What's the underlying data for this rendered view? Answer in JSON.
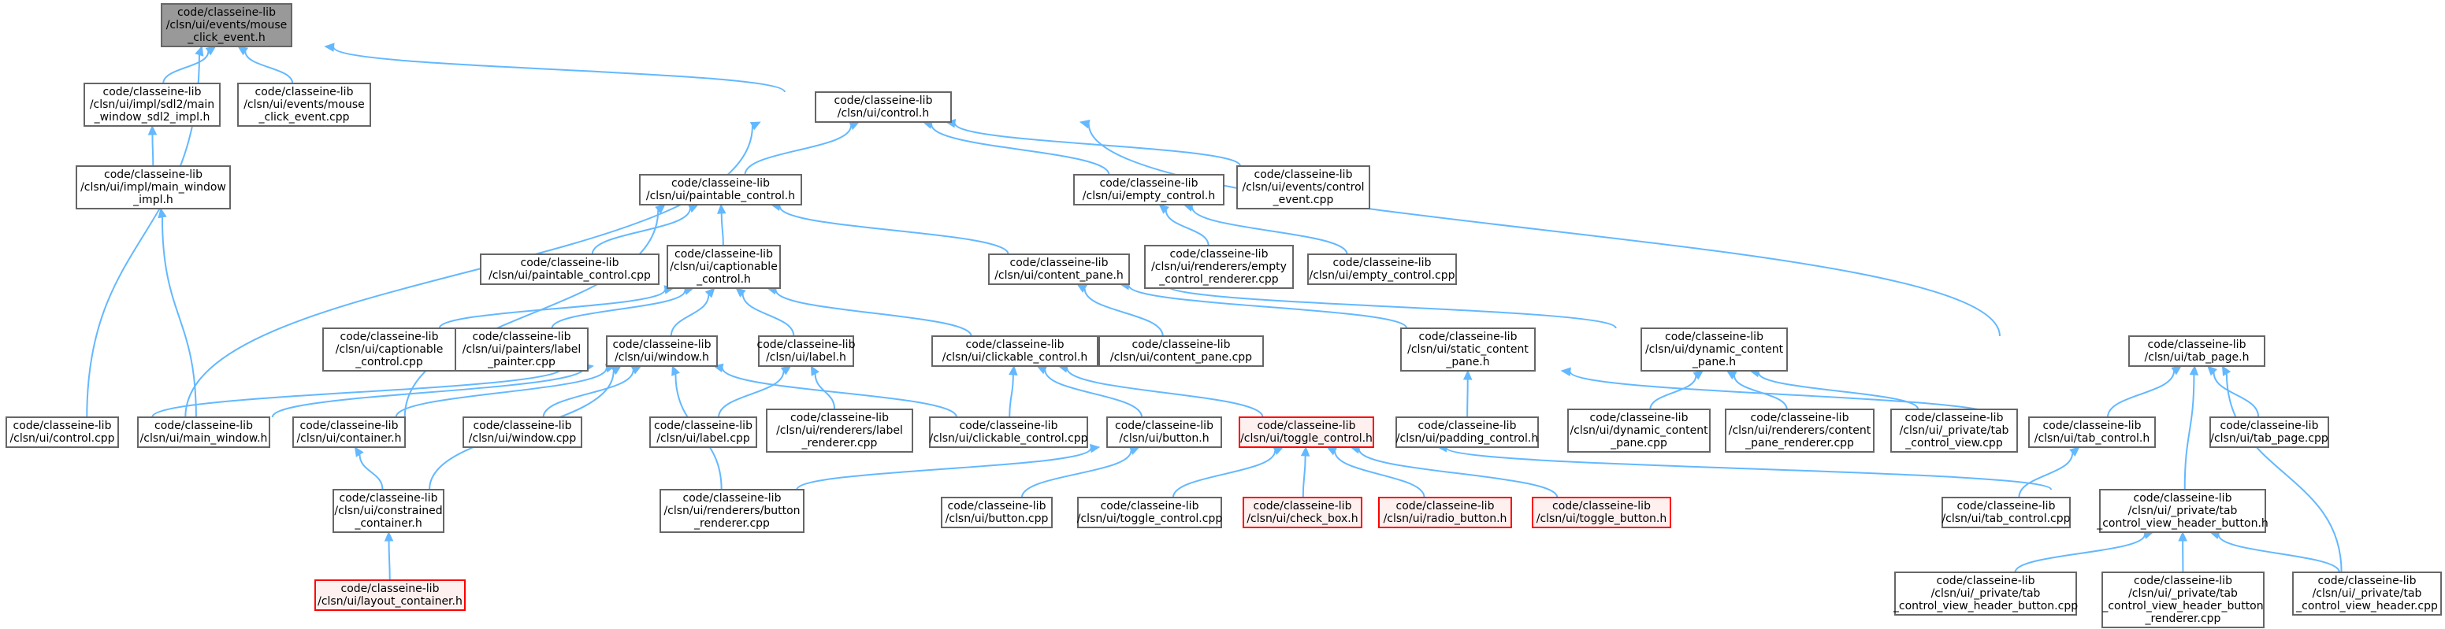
{
  "diagram": {
    "title": "",
    "nodes": [
      {
        "id": "mouse_click_event_h",
        "lines": [
          "code/classeine-lib",
          "/clsn/ui/events/mouse",
          "_click_event.h"
        ],
        "highlight": "root"
      },
      {
        "id": "main_window_sdl2_impl_h",
        "lines": [
          "code/classeine-lib",
          "/clsn/ui/impl/sdl2/main",
          "_window_sdl2_impl.h"
        ],
        "highlight": "none"
      },
      {
        "id": "mouse_click_event_cpp",
        "lines": [
          "code/classeine-lib",
          "/clsn/ui/events/mouse",
          "_click_event.cpp"
        ],
        "highlight": "none"
      },
      {
        "id": "control_h",
        "lines": [
          "code/classeine-lib",
          "/clsn/ui/control.h"
        ],
        "highlight": "none"
      },
      {
        "id": "main_window_impl_h",
        "lines": [
          "code/classeine-lib",
          "/clsn/ui/impl/main_window",
          "_impl.h"
        ],
        "highlight": "none"
      },
      {
        "id": "paintable_control_h",
        "lines": [
          "code/classeine-lib",
          "/clsn/ui/paintable_control.h"
        ],
        "highlight": "none"
      },
      {
        "id": "empty_control_h",
        "lines": [
          "code/classeine-lib",
          "/clsn/ui/empty_control.h"
        ],
        "highlight": "none"
      },
      {
        "id": "control_event_cpp",
        "lines": [
          "code/classeine-lib",
          "/clsn/ui/events/control",
          "_event.cpp"
        ],
        "highlight": "none"
      },
      {
        "id": "paintable_control_cpp",
        "lines": [
          "code/classeine-lib",
          "/clsn/ui/paintable_control.cpp"
        ],
        "highlight": "none"
      },
      {
        "id": "captionable_control_h",
        "lines": [
          "code/classeine-lib",
          "/clsn/ui/captionable",
          "_control.h"
        ],
        "highlight": "none"
      },
      {
        "id": "content_pane_h",
        "lines": [
          "code/classeine-lib",
          "/clsn/ui/content_pane.h"
        ],
        "highlight": "none"
      },
      {
        "id": "empty_control_renderer_cpp",
        "lines": [
          "code/classeine-lib",
          "/clsn/ui/renderers/empty",
          "_control_renderer.cpp"
        ],
        "highlight": "none"
      },
      {
        "id": "empty_control_cpp",
        "lines": [
          "code/classeine-lib",
          "/clsn/ui/empty_control.cpp"
        ],
        "highlight": "none"
      },
      {
        "id": "captionable_control_cpp",
        "lines": [
          "code/classeine-lib",
          "/clsn/ui/captionable",
          "_control.cpp"
        ],
        "highlight": "none"
      },
      {
        "id": "label_painter_cpp",
        "lines": [
          "code/classeine-lib",
          "/clsn/ui/painters/label",
          "_painter.cpp"
        ],
        "highlight": "none"
      },
      {
        "id": "window_h",
        "lines": [
          "code/classeine-lib",
          "/clsn/ui/window.h"
        ],
        "highlight": "none"
      },
      {
        "id": "label_h",
        "lines": [
          "code/classeine-lib",
          "/clsn/ui/label.h"
        ],
        "highlight": "none"
      },
      {
        "id": "clickable_control_h",
        "lines": [
          "code/classeine-lib",
          "/clsn/ui/clickable_control.h"
        ],
        "highlight": "none"
      },
      {
        "id": "content_pane_cpp",
        "lines": [
          "code/classeine-lib",
          "/clsn/ui/content_pane.cpp"
        ],
        "highlight": "none"
      },
      {
        "id": "static_content_pane_h",
        "lines": [
          "code/classeine-lib",
          "/clsn/ui/static_content",
          "_pane.h"
        ],
        "highlight": "none"
      },
      {
        "id": "dynamic_content_pane_h",
        "lines": [
          "code/classeine-lib",
          "/clsn/ui/dynamic_content",
          "_pane.h"
        ],
        "highlight": "none"
      },
      {
        "id": "tab_page_h",
        "lines": [
          "code/classeine-lib",
          "/clsn/ui/tab_page.h"
        ],
        "highlight": "none"
      },
      {
        "id": "control_cpp",
        "lines": [
          "code/classeine-lib",
          "/clsn/ui/control.cpp"
        ],
        "highlight": "none"
      },
      {
        "id": "main_window_h",
        "lines": [
          "code/classeine-lib",
          "/clsn/ui/main_window.h"
        ],
        "highlight": "none"
      },
      {
        "id": "container_h",
        "lines": [
          "code/classeine-lib",
          "/clsn/ui/container.h"
        ],
        "highlight": "none"
      },
      {
        "id": "window_cpp",
        "lines": [
          "code/classeine-lib",
          "/clsn/ui/window.cpp"
        ],
        "highlight": "none"
      },
      {
        "id": "label_cpp",
        "lines": [
          "code/classeine-lib",
          "/clsn/ui/label.cpp"
        ],
        "highlight": "none"
      },
      {
        "id": "label_renderer_cpp",
        "lines": [
          "code/classeine-lib",
          "/clsn/ui/renderers/label",
          "_renderer.cpp"
        ],
        "highlight": "none"
      },
      {
        "id": "clickable_control_cpp",
        "lines": [
          "code/classeine-lib",
          "/clsn/ui/clickable_control.cpp"
        ],
        "highlight": "none"
      },
      {
        "id": "button_h",
        "lines": [
          "code/classeine-lib",
          "/clsn/ui/button.h"
        ],
        "highlight": "none"
      },
      {
        "id": "toggle_control_h",
        "lines": [
          "code/classeine-lib",
          "/clsn/ui/toggle_control.h"
        ],
        "highlight": "red"
      },
      {
        "id": "padding_control_h",
        "lines": [
          "code/classeine-lib",
          "/clsn/ui/padding_control.h"
        ],
        "highlight": "none"
      },
      {
        "id": "dynamic_content_pane_cpp",
        "lines": [
          "code/classeine-lib",
          "/clsn/ui/dynamic_content",
          "_pane.cpp"
        ],
        "highlight": "none"
      },
      {
        "id": "content_pane_renderer_cpp",
        "lines": [
          "code/classeine-lib",
          "/clsn/ui/renderers/content",
          "_pane_renderer.cpp"
        ],
        "highlight": "none"
      },
      {
        "id": "tab_control_view_cpp",
        "lines": [
          "code/classeine-lib",
          "/clsn/ui/_private/tab",
          "_control_view.cpp"
        ],
        "highlight": "none"
      },
      {
        "id": "tab_control_h",
        "lines": [
          "code/classeine-lib",
          "/clsn/ui/tab_control.h"
        ],
        "highlight": "none"
      },
      {
        "id": "tab_page_cpp",
        "lines": [
          "code/classeine-lib",
          "/clsn/ui/tab_page.cpp"
        ],
        "highlight": "none"
      },
      {
        "id": "constrained_container_h",
        "lines": [
          "code/classeine-lib",
          "/clsn/ui/constrained",
          "_container.h"
        ],
        "highlight": "none"
      },
      {
        "id": "button_renderer_cpp",
        "lines": [
          "code/classeine-lib",
          "/clsn/ui/renderers/button",
          "_renderer.cpp"
        ],
        "highlight": "none"
      },
      {
        "id": "button_cpp",
        "lines": [
          "code/classeine-lib",
          "/clsn/ui/button.cpp"
        ],
        "highlight": "none"
      },
      {
        "id": "toggle_control_cpp",
        "lines": [
          "code/classeine-lib",
          "/clsn/ui/toggle_control.cpp"
        ],
        "highlight": "none"
      },
      {
        "id": "check_box_h",
        "lines": [
          "code/classeine-lib",
          "/clsn/ui/check_box.h"
        ],
        "highlight": "red"
      },
      {
        "id": "radio_button_h",
        "lines": [
          "code/classeine-lib",
          "/clsn/ui/radio_button.h"
        ],
        "highlight": "red"
      },
      {
        "id": "toggle_button_h",
        "lines": [
          "code/classeine-lib",
          "/clsn/ui/toggle_button.h"
        ],
        "highlight": "red"
      },
      {
        "id": "tab_control_cpp",
        "lines": [
          "code/classeine-lib",
          "/clsn/ui/tab_control.cpp"
        ],
        "highlight": "none"
      },
      {
        "id": "tab_control_view_header_button_h",
        "lines": [
          "code/classeine-lib",
          "/clsn/ui/_private/tab",
          "_control_view_header_button.h"
        ],
        "highlight": "none"
      },
      {
        "id": "layout_container_h",
        "lines": [
          "code/classeine-lib",
          "/clsn/ui/layout_container.h"
        ],
        "highlight": "red"
      },
      {
        "id": "tab_control_view_header_button_cpp",
        "lines": [
          "code/classeine-lib",
          "/clsn/ui/_private/tab",
          "_control_view_header_button.cpp"
        ],
        "highlight": "none"
      },
      {
        "id": "tab_control_view_header_button_renderer_cpp",
        "lines": [
          "code/classeine-lib",
          "/clsn/ui/_private/tab",
          "_control_view_header_button",
          "_renderer.cpp"
        ],
        "highlight": "none"
      },
      {
        "id": "tab_control_view_header_cpp",
        "lines": [
          "code/classeine-lib",
          "/clsn/ui/_private/tab",
          "_control_view_header.cpp"
        ],
        "highlight": "none"
      }
    ],
    "edges": [
      [
        "main_window_sdl2_impl_h",
        "mouse_click_event_h"
      ],
      [
        "mouse_click_event_cpp",
        "mouse_click_event_h"
      ],
      [
        "control_h",
        "mouse_click_event_h"
      ],
      [
        "control_cpp",
        "mouse_click_event_h"
      ],
      [
        "main_window_impl_h",
        "main_window_sdl2_impl_h"
      ],
      [
        "main_window_h",
        "main_window_impl_h"
      ],
      [
        "paintable_control_h",
        "control_h"
      ],
      [
        "empty_control_h",
        "control_h"
      ],
      [
        "control_event_cpp",
        "control_h"
      ],
      [
        "control_cpp",
        "control_h"
      ],
      [
        "tab_page_h",
        "control_h"
      ],
      [
        "paintable_control_cpp",
        "paintable_control_h"
      ],
      [
        "captionable_control_h",
        "paintable_control_h"
      ],
      [
        "content_pane_h",
        "paintable_control_h"
      ],
      [
        "container_h",
        "paintable_control_h"
      ],
      [
        "empty_control_renderer_cpp",
        "empty_control_h"
      ],
      [
        "empty_control_cpp",
        "empty_control_h"
      ],
      [
        "captionable_control_cpp",
        "captionable_control_h"
      ],
      [
        "label_painter_cpp",
        "captionable_control_h"
      ],
      [
        "window_h",
        "captionable_control_h"
      ],
      [
        "label_h",
        "captionable_control_h"
      ],
      [
        "clickable_control_h",
        "captionable_control_h"
      ],
      [
        "content_pane_cpp",
        "content_pane_h"
      ],
      [
        "static_content_pane_h",
        "content_pane_h"
      ],
      [
        "dynamic_content_pane_h",
        "content_pane_h"
      ],
      [
        "control_cpp",
        "window_h"
      ],
      [
        "main_window_h",
        "window_h"
      ],
      [
        "container_h",
        "window_h"
      ],
      [
        "window_cpp",
        "window_h"
      ],
      [
        "constrained_container_h",
        "window_h"
      ],
      [
        "button_renderer_cpp",
        "window_h"
      ],
      [
        "clickable_control_cpp",
        "window_h"
      ],
      [
        "label_cpp",
        "label_h"
      ],
      [
        "label_renderer_cpp",
        "label_h"
      ],
      [
        "clickable_control_cpp",
        "clickable_control_h"
      ],
      [
        "button_h",
        "clickable_control_h"
      ],
      [
        "toggle_control_h",
        "clickable_control_h"
      ],
      [
        "padding_control_h",
        "static_content_pane_h"
      ],
      [
        "tab_control_h",
        "static_content_pane_h"
      ],
      [
        "dynamic_content_pane_cpp",
        "dynamic_content_pane_h"
      ],
      [
        "content_pane_renderer_cpp",
        "dynamic_content_pane_h"
      ],
      [
        "tab_control_view_cpp",
        "dynamic_content_pane_h"
      ],
      [
        "tab_control_h",
        "tab_page_h"
      ],
      [
        "tab_page_cpp",
        "tab_page_h"
      ],
      [
        "tab_control_view_header_button_h",
        "tab_page_h"
      ],
      [
        "tab_control_view_header_cpp",
        "tab_page_h"
      ],
      [
        "constrained_container_h",
        "container_h"
      ],
      [
        "layout_container_h",
        "constrained_container_h"
      ],
      [
        "button_renderer_cpp",
        "button_h"
      ],
      [
        "button_cpp",
        "button_h"
      ],
      [
        "toggle_control_cpp",
        "toggle_control_h"
      ],
      [
        "check_box_h",
        "toggle_control_h"
      ],
      [
        "radio_button_h",
        "toggle_control_h"
      ],
      [
        "toggle_button_h",
        "toggle_control_h"
      ],
      [
        "tab_control_view_header_button_h",
        "toggle_control_h"
      ],
      [
        "tab_control_cpp",
        "tab_control_h"
      ],
      [
        "tab_control_view_header_button_cpp",
        "tab_control_view_header_button_h"
      ],
      [
        "tab_control_view_header_button_renderer_cpp",
        "tab_control_view_header_button_h"
      ],
      [
        "tab_control_view_header_cpp",
        "tab_control_view_header_button_h"
      ]
    ],
    "colors": {
      "edge": "#63b8ff",
      "node_border": "#666666",
      "root_fill": "#999999",
      "red_border": "#ff0000",
      "red_fill": "#fff0f0"
    }
  }
}
